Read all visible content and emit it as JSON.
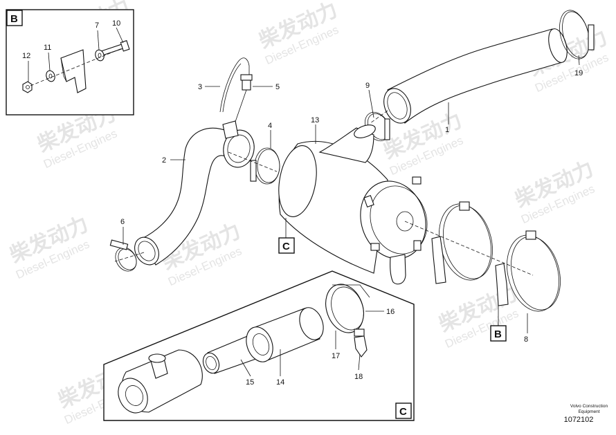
{
  "watermark": {
    "cn": "柴发动力",
    "en": "Diesel-Engines"
  },
  "parts": [
    {
      "num": "1"
    },
    {
      "num": "2"
    },
    {
      "num": "3"
    },
    {
      "num": "4"
    },
    {
      "num": "5"
    },
    {
      "num": "6"
    },
    {
      "num": "7"
    },
    {
      "num": "8"
    },
    {
      "num": "9"
    },
    {
      "num": "10"
    },
    {
      "num": "11"
    },
    {
      "num": "12"
    },
    {
      "num": "13"
    },
    {
      "num": "14"
    },
    {
      "num": "15"
    },
    {
      "num": "16"
    },
    {
      "num": "17"
    },
    {
      "num": "18"
    },
    {
      "num": "19"
    }
  ],
  "detail_refs": {
    "b_inset": "B",
    "b_main": "B",
    "c_inset": "C",
    "c_main": "C"
  },
  "caption": {
    "line1": "Volvo Construction",
    "line2": "Equipment",
    "drawing_no": "1072102"
  }
}
